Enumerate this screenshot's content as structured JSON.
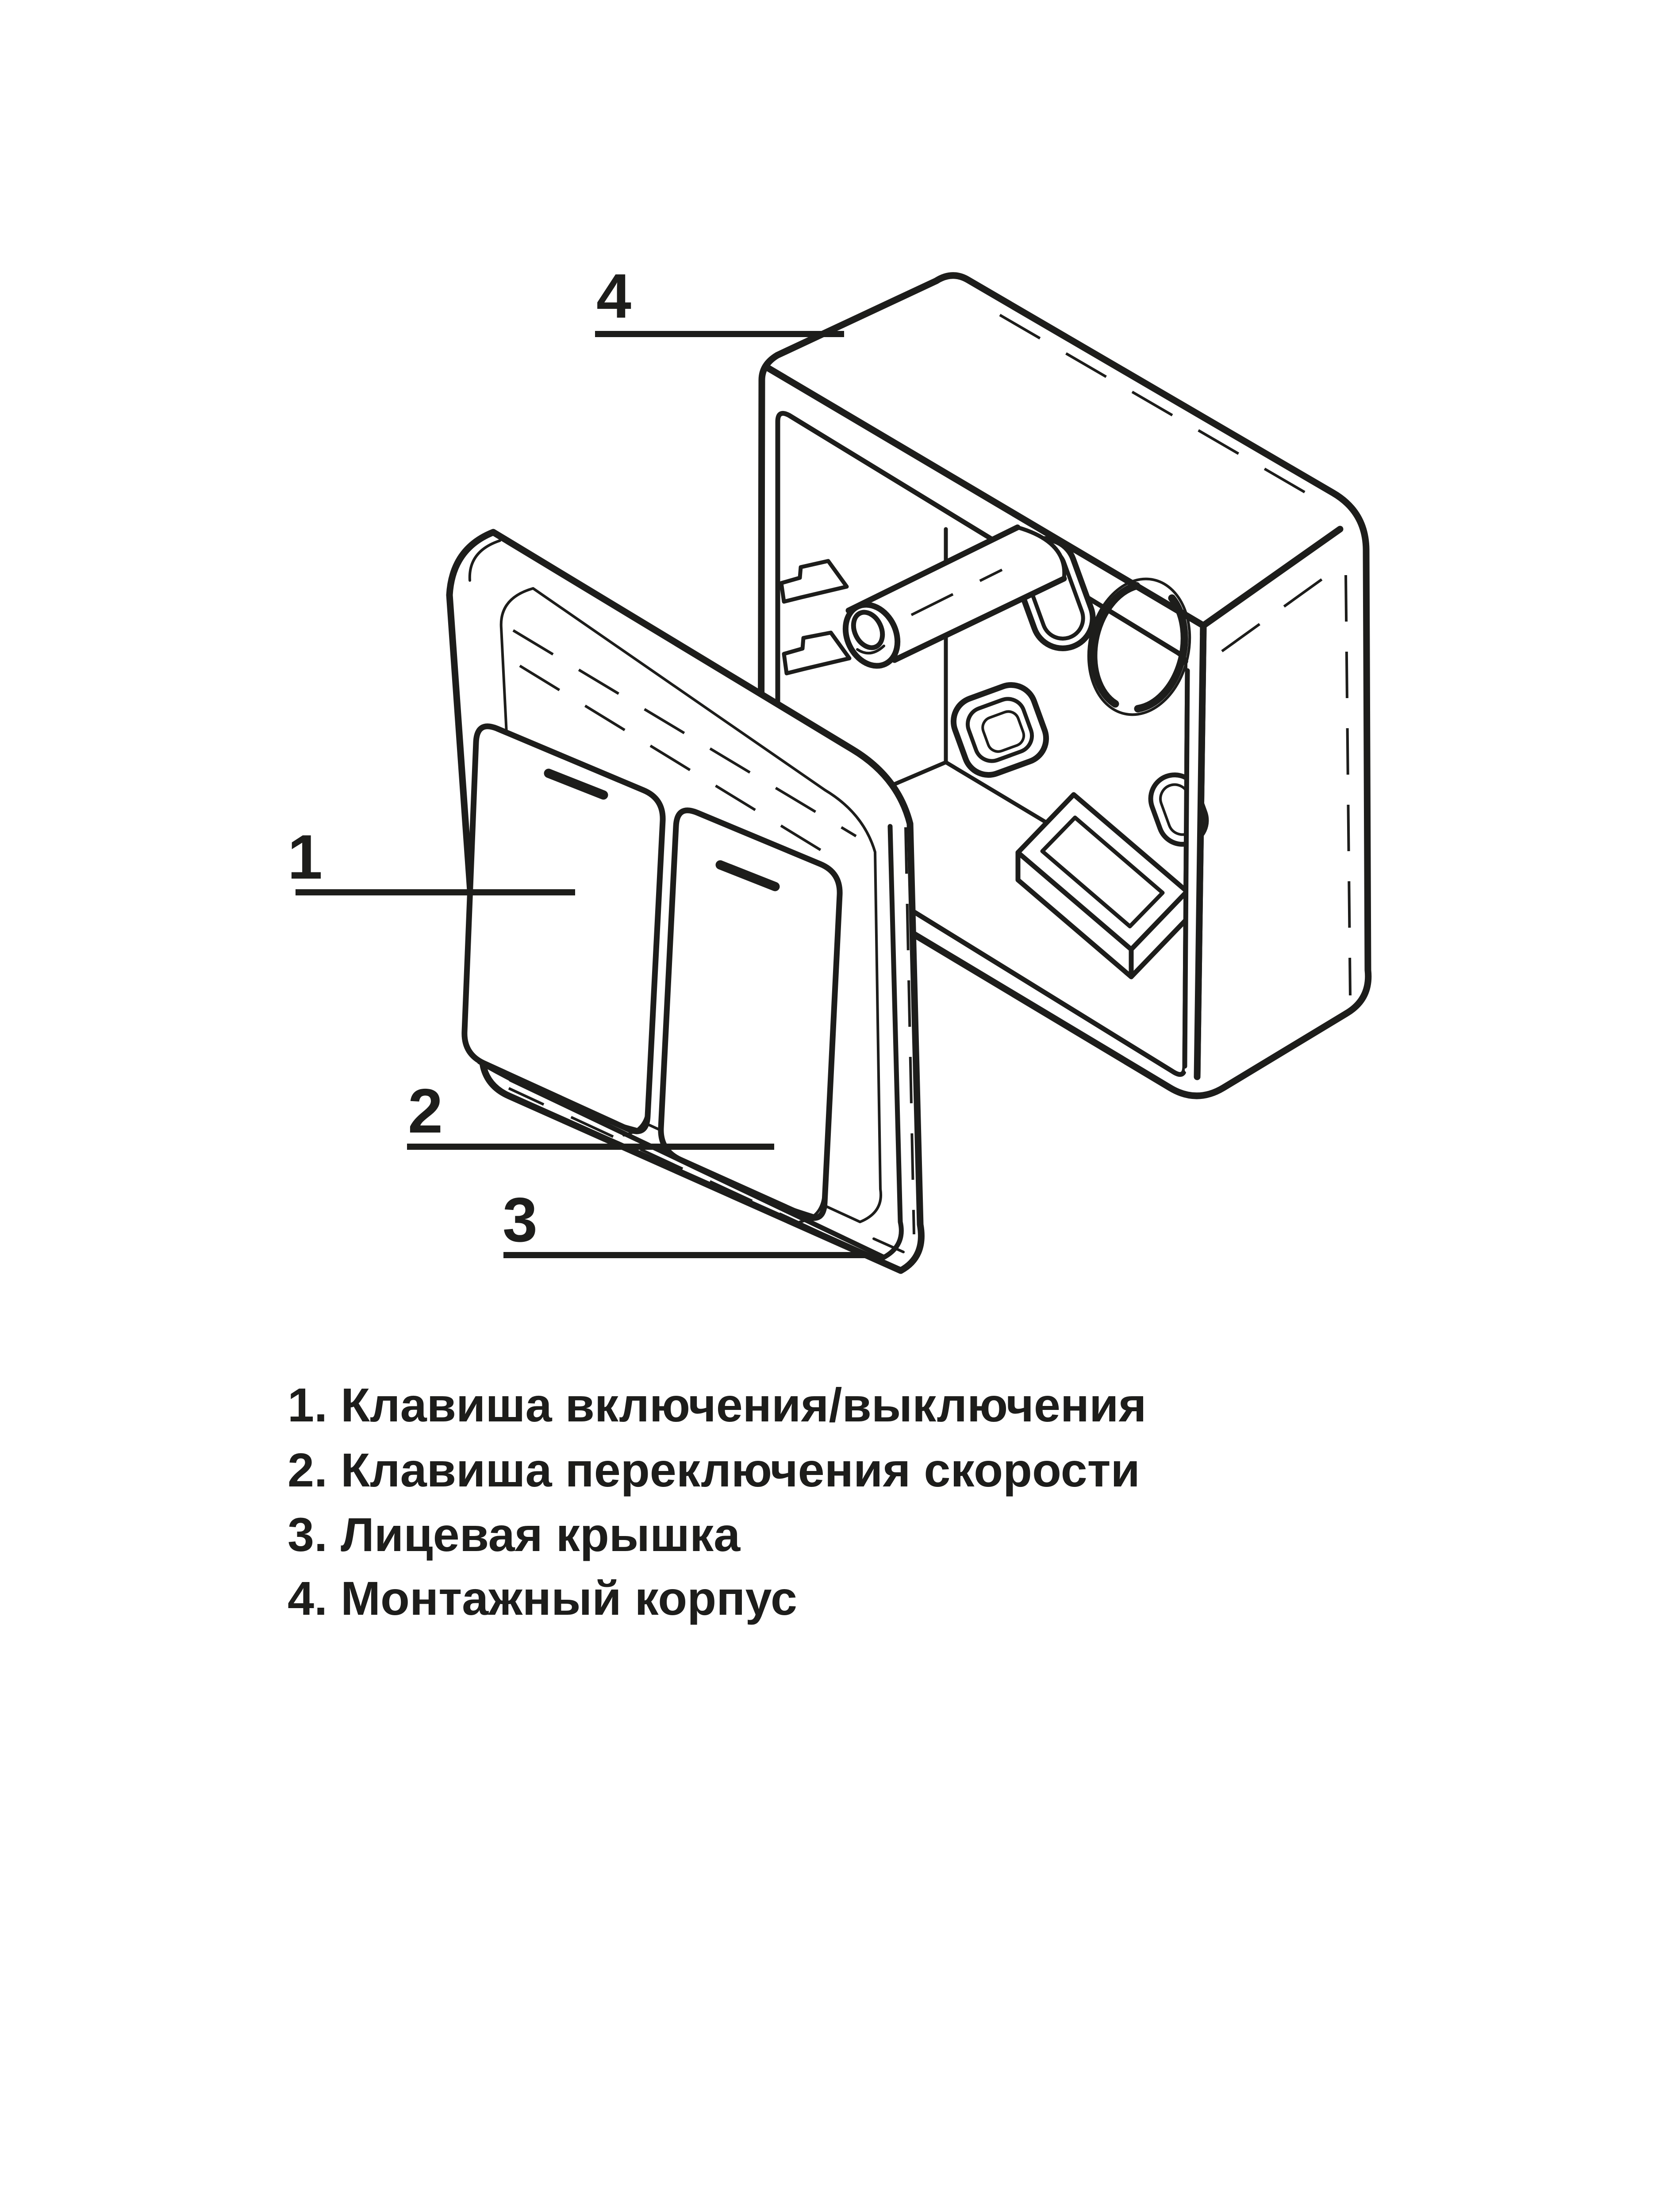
{
  "figure": {
    "type": "exploded-view-technical-drawing",
    "subject": "Two-key wall switch: face cover with two rocker keys and surface mounting box",
    "colors": {
      "line": "#1d1d1b",
      "background": "#ffffff"
    },
    "callouts": {
      "c1": "1",
      "c2": "2",
      "c3": "3",
      "c4": "4"
    },
    "legend": {
      "line1": "1. Клавиша включения/выключения",
      "line2": "2. Клавиша переключения скорости",
      "line3": "3. Лицевая крышка",
      "line4": "4. Монтажный корпус"
    }
  }
}
